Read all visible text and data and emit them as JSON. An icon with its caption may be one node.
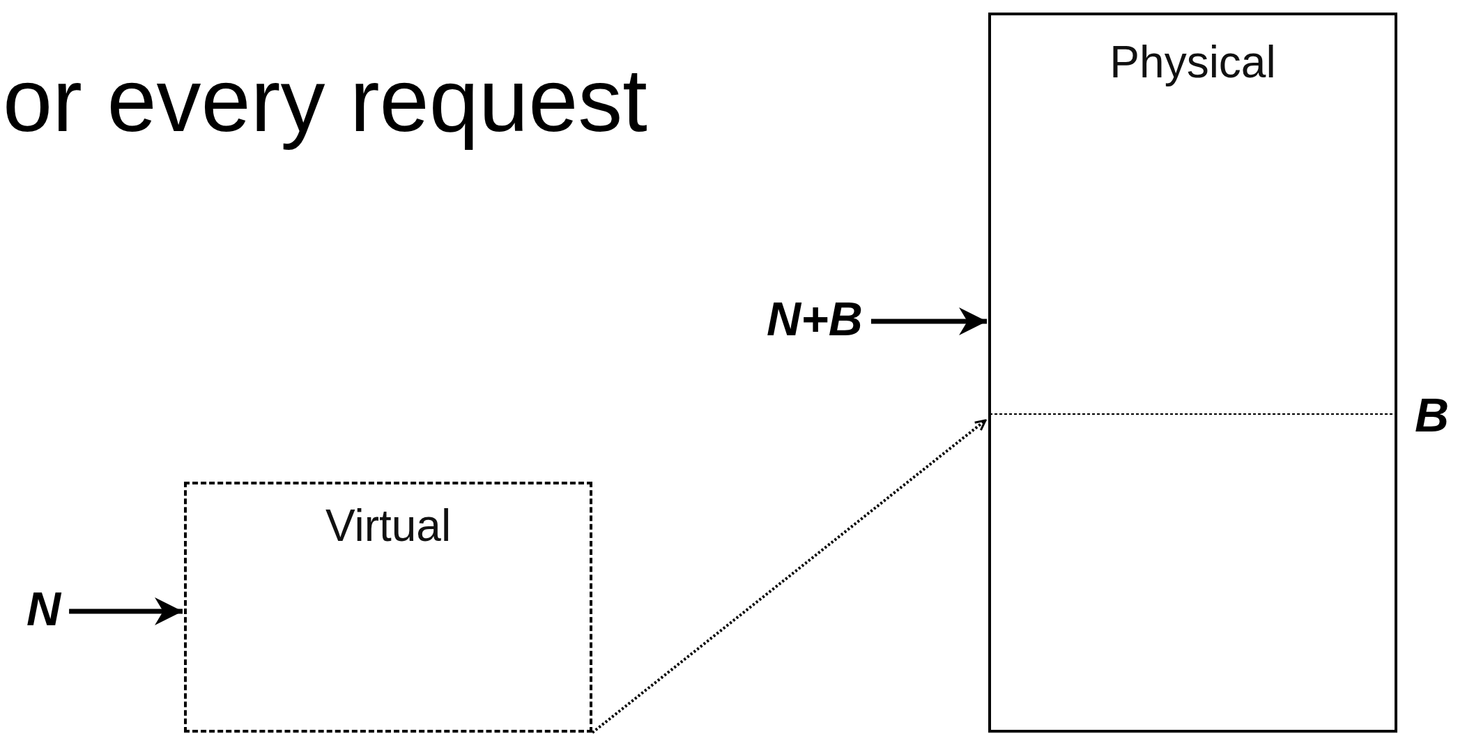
{
  "diagram": {
    "title": "or every request",
    "nodes": [
      {
        "text": [
          "Physical"
        ]
      },
      {
        "text": [
          "Virtual"
        ]
      },
      {
        "text": [
          "N+B"
        ]
      },
      {
        "text": [
          "N"
        ]
      }
    ],
    "edges": [
      {
        "from": 2,
        "to": 0,
        "arrow": "to"
      },
      {
        "from": 3,
        "to": 1,
        "arrow": "to"
      },
      {
        "from": 1,
        "to": 0,
        "arrow": "to",
        "style": "dashed"
      }
    ],
    "labels": [
      "B"
    ]
  }
}
